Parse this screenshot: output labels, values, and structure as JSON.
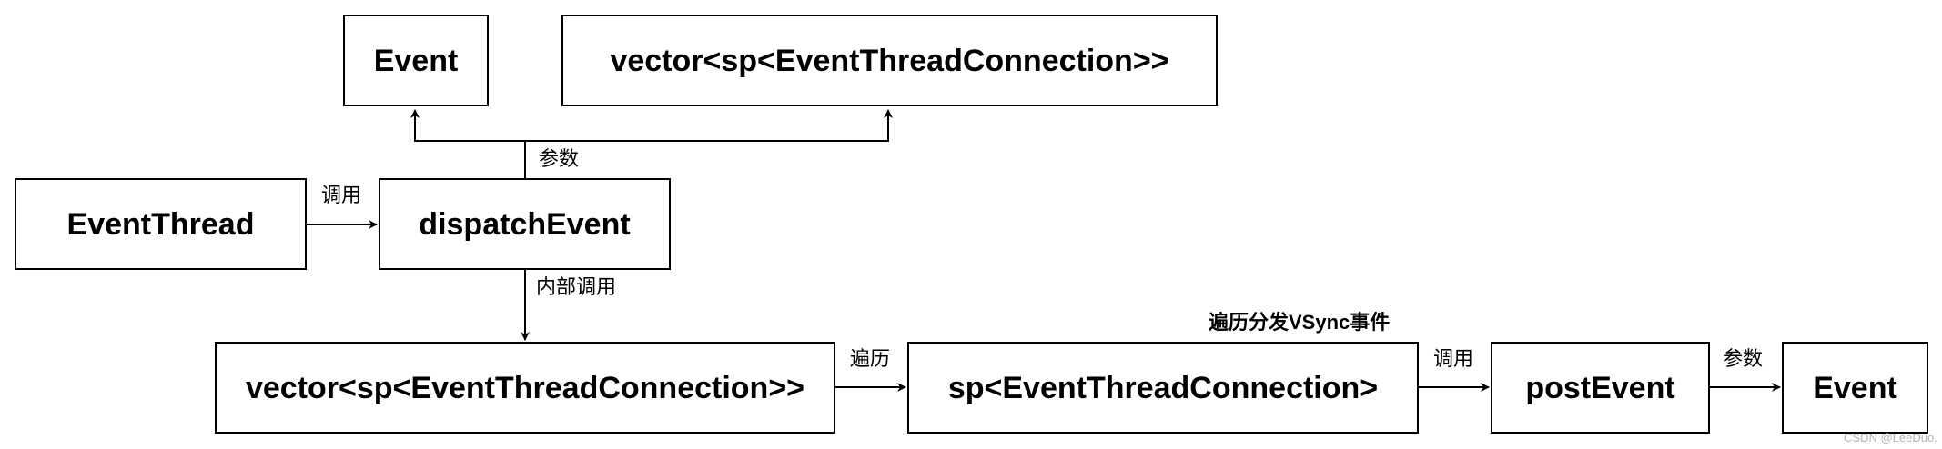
{
  "nodes": {
    "event_top": "Event",
    "vector_top": "vector<sp<EventThreadConnection>>",
    "event_thread": "EventThread",
    "dispatch_event": "dispatchEvent",
    "vector_bottom": "vector<sp<EventThreadConnection>>",
    "sp_connection": "sp<EventThreadConnection>",
    "post_event": "postEvent",
    "event_bottom": "Event"
  },
  "edge_labels": {
    "params_top": "参数",
    "call_top": "调用",
    "internal_call": "内部调用",
    "traverse": "遍历",
    "call_bottom": "调用",
    "params_bottom": "参数"
  },
  "annotation": "遍历分发VSync事件",
  "watermark": "CSDN @LeeDuo.",
  "colors": {
    "stroke": "#000000",
    "background": "#ffffff"
  }
}
